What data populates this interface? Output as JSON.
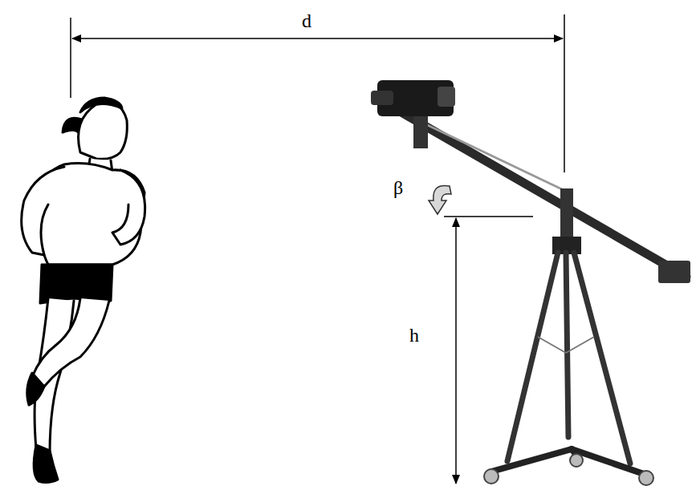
{
  "diagram": {
    "labels": [
      "d",
      "β",
      "h"
    ]
  }
}
